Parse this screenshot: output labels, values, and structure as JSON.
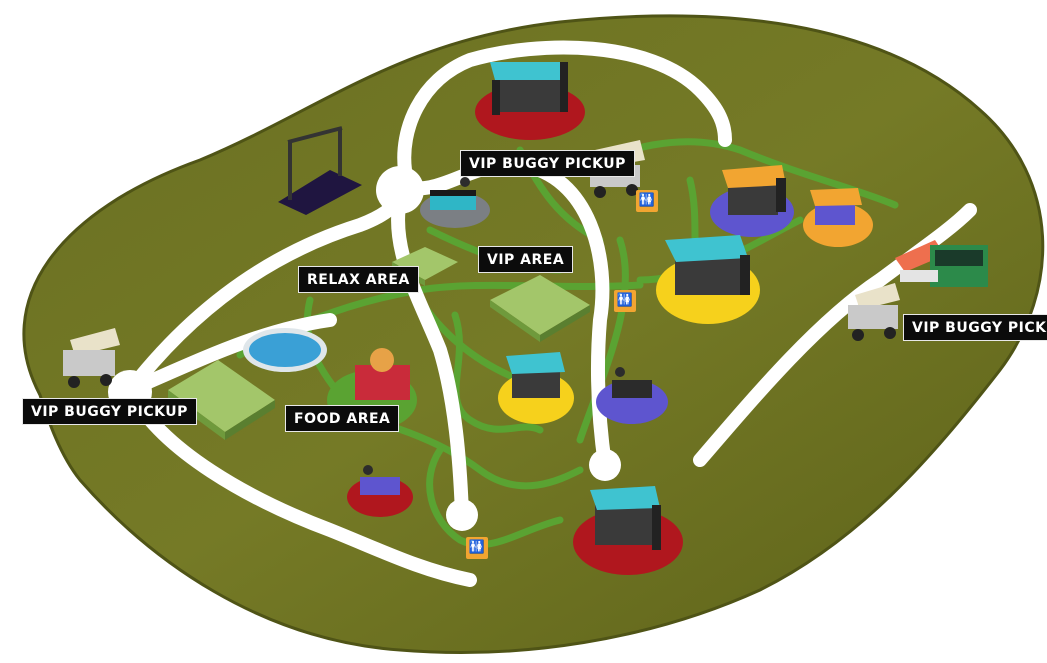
{
  "map": {
    "colors": {
      "ground": "#6f7424",
      "ground_dark": "#4f5416",
      "road": "#ffffff",
      "path": "#5aa332",
      "label_bg": "#0b0b0b",
      "stage_red": "#b0171e",
      "stage_blue": "#5e55cf",
      "stage_yellow": "#f6d11c",
      "stage_orange": "#f2a531",
      "stage_roof": "#3fc3d0",
      "toilet": "#f2a531"
    },
    "labels": {
      "vip_buggy_top": "VIP BUGGY PICKUP",
      "vip_buggy_right": "VIP BUGGY PICKUP",
      "vip_buggy_left": "VIP BUGGY PICKUP",
      "relax_area": "RELAX AREA",
      "vip_area": "VIP AREA",
      "food_area": "FOOD AREA"
    },
    "icons": {
      "toilet": "toilet-icon",
      "buggy": "golf-buggy-icon",
      "stage": "stage-icon",
      "dj": "dj-booth-icon",
      "pool": "pool-icon",
      "food_truck": "food-truck-icon",
      "bus": "bus-icon"
    }
  }
}
